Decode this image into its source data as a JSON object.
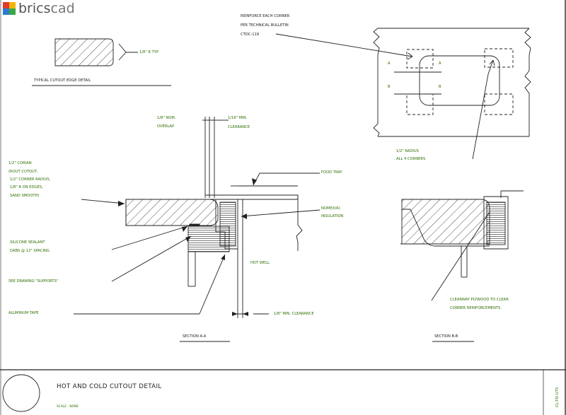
{
  "brand": {
    "name": "bricscad",
    "name_part1": "brics",
    "name_part2": "cad",
    "mark_colors": [
      "#e03a2f",
      "#f2b705",
      "#2e7bd1",
      "#3aa845"
    ]
  },
  "colors": {
    "annotation": "#2e6e00",
    "linework": "#202020"
  },
  "details": {
    "edge_detail": {
      "title": "TYPICAL CUTOUT EDGE DETAIL",
      "callout": "1/8\" R TYP"
    },
    "plan": {
      "note": [
        "REINFORCE EACH CORNER",
        "PER TECHNICAL BULLETIN",
        "CTDC-119"
      ],
      "cut_marks": [
        "A",
        "A",
        "B",
        "B"
      ],
      "radius_note": [
        "1/2\" RADIUS",
        "ALL 4 CORNERS"
      ]
    },
    "section_aa": {
      "title": "SECTION A-A",
      "overlap": [
        "1/8\" NOM.",
        "OVERLAP"
      ],
      "clearance_top": [
        "1/16\" MIN.",
        "CLEARANCE"
      ],
      "corian": [
        "1/2\" CORIAN",
        "(ROUT CUTOUT,",
        "1/2\" CORNER RADIUS,",
        "1/8\" R ON EDGES,",
        "SAND SMOOTH)"
      ],
      "food_tray": "FOOD TRAY",
      "nomex": [
        "NOMEX(R)",
        "INSULATION"
      ],
      "sealant": [
        "SILICONE SEALANT",
        "DABS @ 12\" SPACING"
      ],
      "supports": "SEE DRAWING \"SUPPORTS\"",
      "hot_well": "HOT WELL",
      "tape": "ALUMINUM TAPE",
      "clearance_bottom": "1/8\" MIN. CLEARANCE"
    },
    "section_bb": {
      "title": "SECTION B-B",
      "plywood": [
        "CLEARWAY PLYWOOD TO CLEAR",
        "CORNER REINFORCEMENTS"
      ]
    }
  },
  "title_block": {
    "title": "HOT AND COLD CUTOUT DETAIL",
    "scale": "SCALE : NONE",
    "sheet_id": "CL-TO-UTS"
  }
}
